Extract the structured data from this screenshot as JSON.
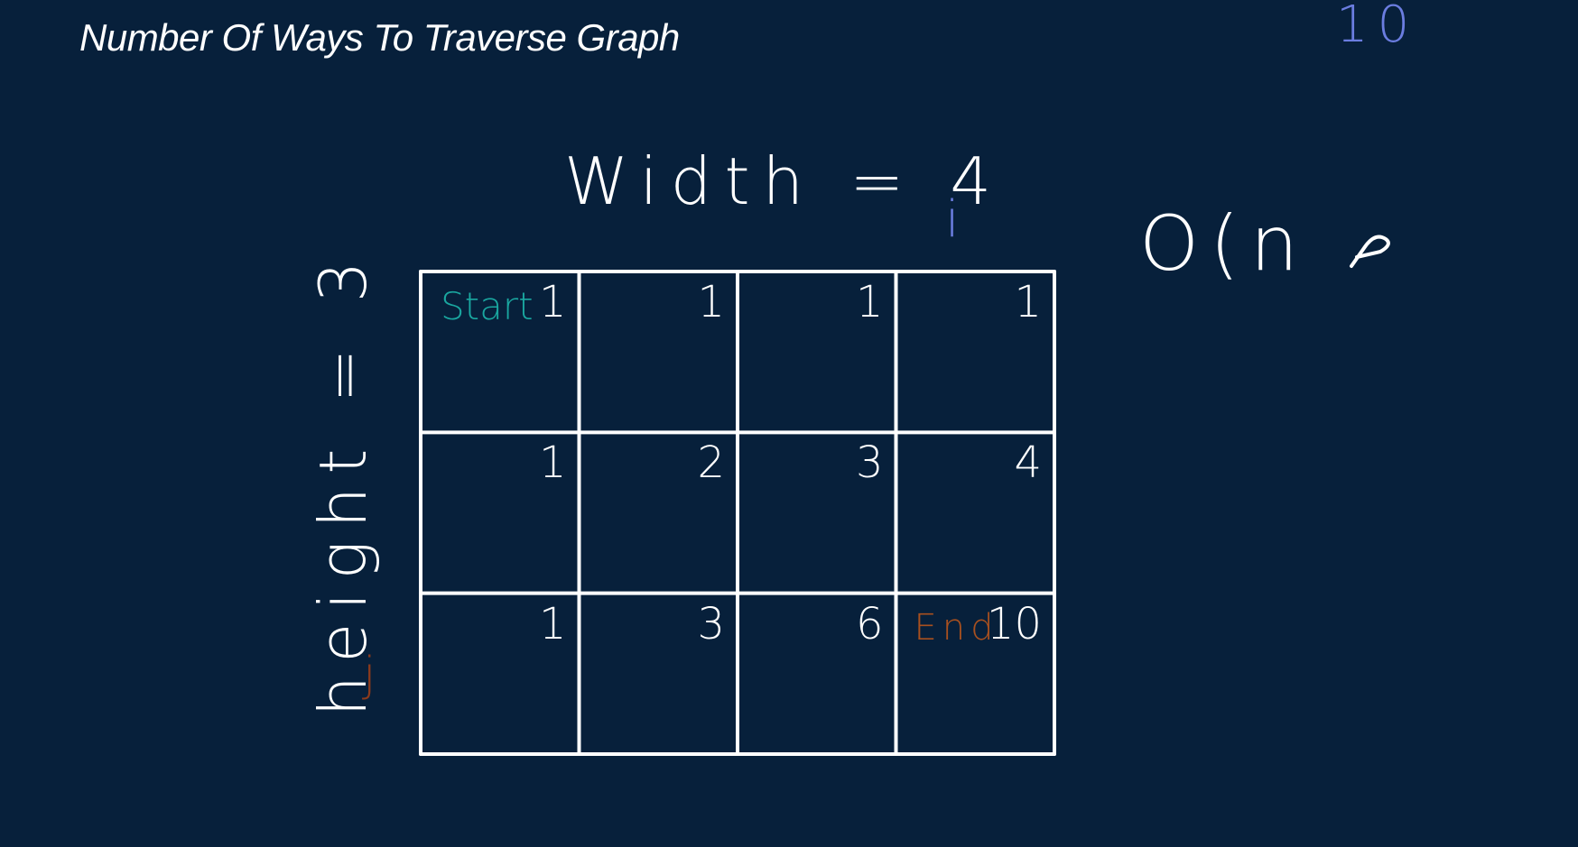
{
  "title": "Number Of Ways To Traverse Graph",
  "corner_note": "10",
  "width_label": "Width = 4",
  "height_label": "height = 3",
  "complexity_note": "O(n",
  "index_labels": {
    "i": "i",
    "j": "j"
  },
  "grid": {
    "width": 4,
    "height": 3,
    "values": [
      [
        "1",
        "1",
        "1",
        "1"
      ],
      [
        "1",
        "2",
        "3",
        "4"
      ],
      [
        "1",
        "3",
        "6",
        "10"
      ]
    ],
    "start_label": "Start",
    "end_label": "End"
  },
  "colors": {
    "background": "#07203b",
    "ink": "#ffffff",
    "start": "#1aa7a0",
    "end": "#a8501f",
    "accent": "#6b7de0"
  }
}
